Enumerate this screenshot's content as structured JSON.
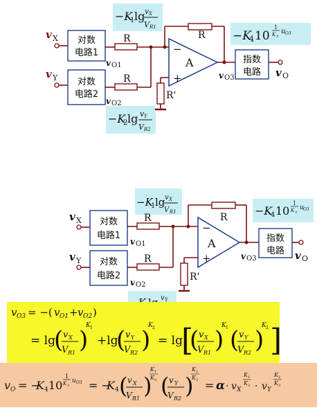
{
  "diagram_top": {
    "block_x": "对数\n电路1",
    "block_y": "对数\n电路2",
    "block_exp": "指数\n电路",
    "in_x": "vX",
    "in_y": "vY",
    "out_o": "vO",
    "node_o1": "vO1",
    "node_o2": "vO2",
    "node_o3": "vO3",
    "amp": "A",
    "res_r": "R",
    "res_rp": "R'",
    "minus": "−",
    "plus": "+",
    "exp_label": "−K4 10^(uO3/K3)",
    "log_x_label": "−K1 lg vX/VR1",
    "log_y_label": "−K2 lg vY/VR2"
  },
  "diagram_bottom": {
    "block_x": "对数\n电路1",
    "block_y": "对数\n电路2",
    "block_exp": "指数\n电路",
    "in_x": "vX",
    "in_y": "vY",
    "out_o": "vO",
    "node_o1": "vO1",
    "node_o2": "vO2",
    "node_o3": "vO3",
    "amp": "A",
    "res_r": "R",
    "res_rp": "R'"
  },
  "equations": {
    "eq1": "vO3 = −(vO1 + vO2)",
    "eq2": "= lg(vX/VR1)^K1 + lg(vY/VR2)^K2 = lg[(vX/VR1)^K1 (vY/VR2)^K2]",
    "eq3": "vO = −K4 10^(uO3/K3) = −K4 (vX/VR1)^(K1/K3) (vY/VR2)^(K2/K3) = α·vX^(K1/K3)·vY^(K2/K3)"
  },
  "colors": {
    "label_bg": "#c8eef4",
    "eq_yellow": "#f7f72a",
    "eq_orange": "#f6c9a2",
    "wire": "#7a1010",
    "box": "#1f3a8a"
  }
}
